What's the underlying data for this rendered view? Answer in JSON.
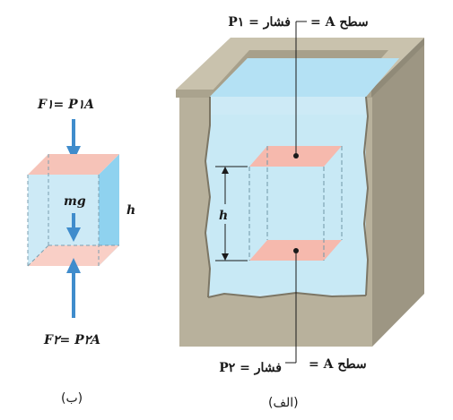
{
  "panel_b": {
    "top_force_label": "F۱= P۱A",
    "bottom_force_label": "F۲= P۲A",
    "weight_label": "mg",
    "height_label": "h",
    "caption": "(ب)"
  },
  "panel_a": {
    "top_area_label": "= A سطح",
    "top_pressure_label": "P۱ = فشار",
    "height_label": "h",
    "bottom_area_label": "= A سطح",
    "bottom_pressure_label": "P۲ = فشار",
    "caption": "(الف)"
  },
  "colors": {
    "water": "#cdeaf6",
    "water_deep": "#a9dcf1",
    "tank_wall": "#b8b19c",
    "tank_rim": "#c9c2ad",
    "tank_shadow": "#9d9683",
    "surface_pink": "#f6b9ad",
    "arrow_blue": "#3f8ccc",
    "cube_side": "#8fd2ef"
  }
}
